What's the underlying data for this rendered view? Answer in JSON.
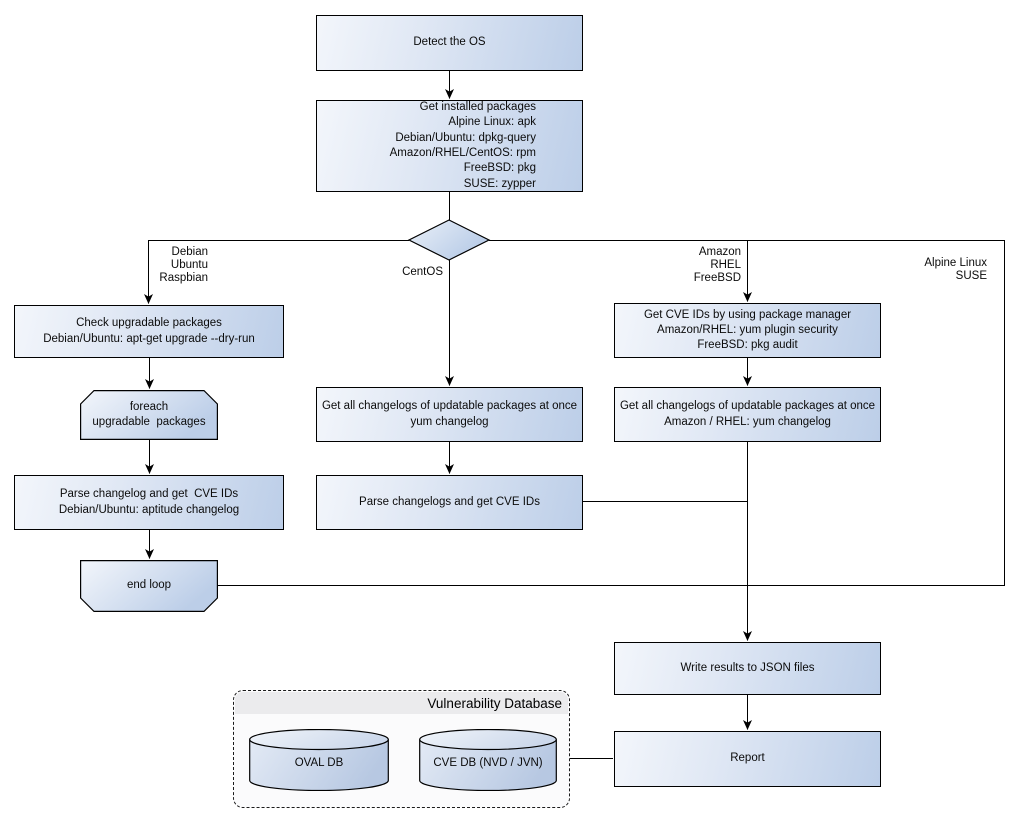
{
  "nodes": {
    "detect_os": {
      "label": "Detect the OS"
    },
    "get_installed_packages": {
      "lines": [
        "Get installed packages",
        "Alpine Linux: apk",
        "Debian/Ubuntu: dpkg-query",
        "Amazon/RHEL/CentOS: rpm",
        "FreeBSD: pkg",
        "SUSE: zypper"
      ]
    },
    "check_upgradable": {
      "lines": [
        "Check upgradable packages",
        "Debian/Ubuntu: apt-get upgrade --dry-run"
      ]
    },
    "foreach_loop": {
      "lines": [
        "foreach",
        "upgradable  packages"
      ]
    },
    "parse_changelog_left": {
      "lines": [
        "Parse changelog and get  CVE IDs",
        "Debian/Ubuntu: aptitude changelog"
      ]
    },
    "end_loop": {
      "label": "end loop"
    },
    "get_changelogs_centos": {
      "lines": [
        "Get all changelogs of updatable packages at once",
        "yum changelog"
      ]
    },
    "parse_changelogs_centos": {
      "label": "Parse changelogs and get CVE IDs"
    },
    "get_cve_ids": {
      "lines": [
        "Get CVE IDs by using package manager",
        "Amazon/RHEL: yum plugin security",
        "FreeBSD: pkg audit"
      ]
    },
    "get_changelogs_amazon": {
      "lines": [
        "Get all changelogs of updatable packages at once",
        "Amazon / RHEL: yum changelog"
      ]
    },
    "write_results": {
      "label": "Write results to JSON files"
    },
    "report": {
      "label": "Report"
    }
  },
  "edge_labels": {
    "debian_branch": {
      "lines": [
        "Debian",
        "Ubuntu",
        "Raspbian"
      ]
    },
    "centos_branch": {
      "label": "CentOS"
    },
    "amazon_branch": {
      "lines": [
        "Amazon",
        "RHEL",
        "FreeBSD"
      ]
    },
    "alpine_branch": {
      "lines": [
        "Alpine Linux",
        "SUSE"
      ]
    }
  },
  "vulnerability_database": {
    "title": "Vulnerability Database",
    "oval_db": "OVAL DB",
    "cve_db": "CVE DB (NVD / JVN)"
  },
  "colors": {
    "node_fill_light": "#f3f6fb",
    "node_fill_dark": "#bccee8",
    "node_border": "#000000",
    "connector": "#000000",
    "group_fill": "#fbfbfc",
    "group_header_fill": "#ebebed",
    "background": "#ffffff"
  }
}
